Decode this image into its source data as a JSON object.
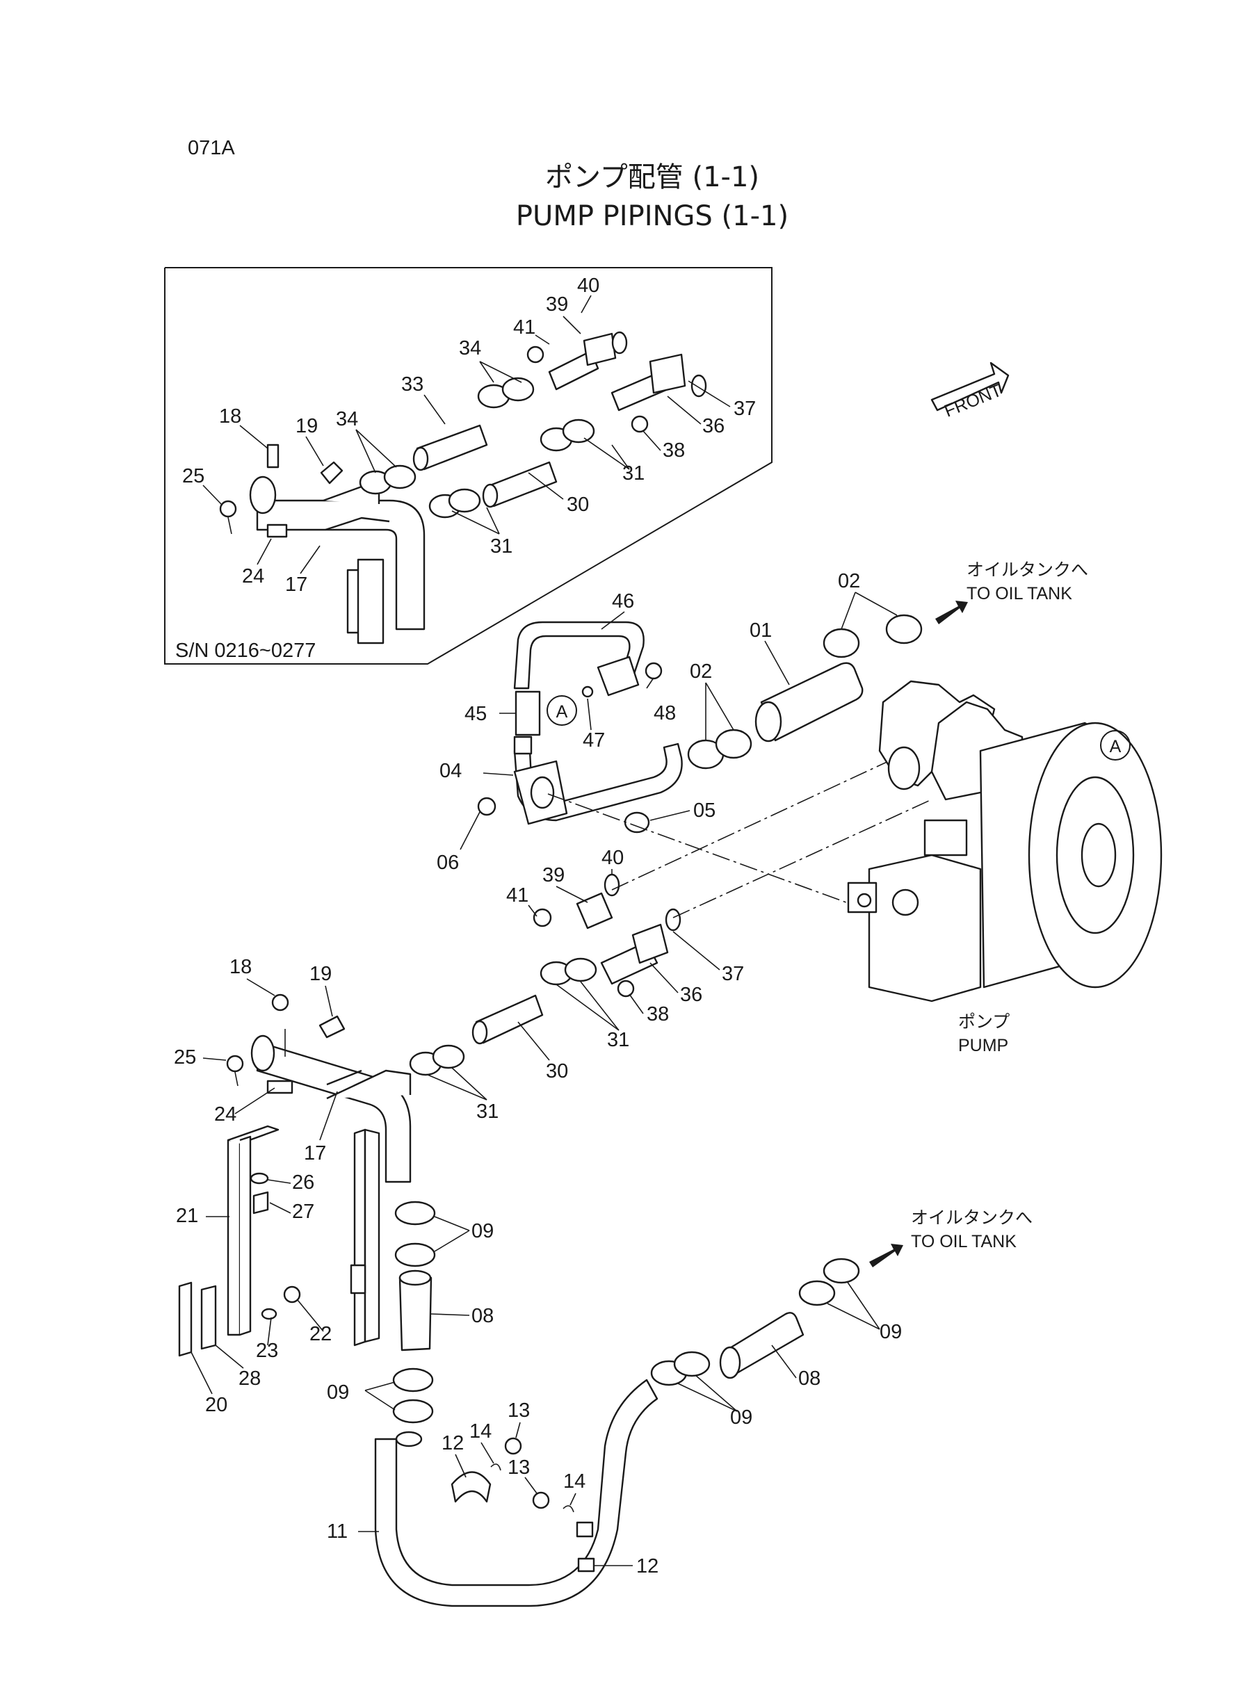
{
  "page": {
    "code": "071A",
    "title_jp": "ポンプ配管 (1-1)",
    "title_en": "PUMP PIPINGS (1-1)"
  },
  "inset": {
    "serial_range": "S/N  0216~0277"
  },
  "annotations": {
    "front": "FRONT",
    "to_tank_jp": "オイルタンクへ",
    "to_tank_en": "TO OIL TANK",
    "pump_jp": "ポンプ",
    "pump_en": "PUMP",
    "ref_a": "A"
  },
  "icons": [
    "front-arrow-icon",
    "flow-arrow-icon"
  ],
  "callouts": {
    "inset": [
      "40",
      "39",
      "41",
      "34",
      "33",
      "37",
      "36",
      "38",
      "31",
      "30",
      "18",
      "19",
      "34",
      "25",
      "24",
      "17",
      "31"
    ],
    "main_upper": [
      "46",
      "02",
      "01",
      "48",
      "45",
      "47",
      "02",
      "04",
      "05",
      "06",
      "40",
      "39",
      "41",
      "37",
      "36",
      "38",
      "31",
      "30",
      "31"
    ],
    "main_lower": [
      "18",
      "19",
      "25",
      "24",
      "17",
      "26",
      "27",
      "21",
      "09",
      "08",
      "22",
      "23",
      "28",
      "20",
      "09",
      "13",
      "14",
      "12",
      "13",
      "14",
      "11",
      "12",
      "09",
      "08",
      "09"
    ]
  }
}
